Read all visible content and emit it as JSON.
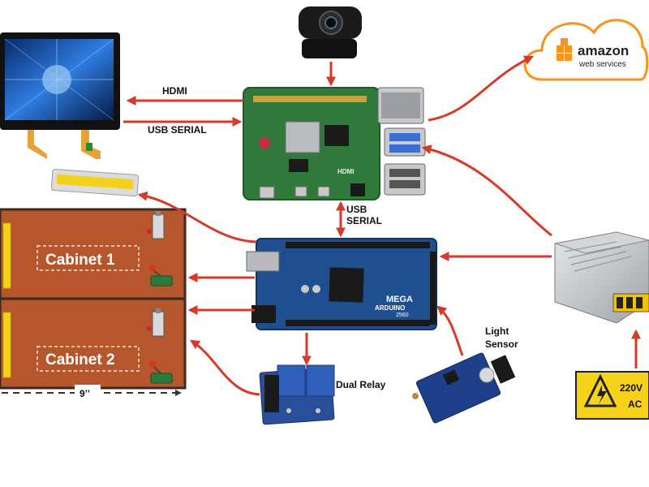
{
  "labels": {
    "hdmi": "HDMI",
    "usb_serial_top": "USB SERIAL",
    "usb_serial_mid_1": "USB",
    "usb_serial_mid_2": "SERIAL",
    "cabinet_1": "Cabinet 1",
    "cabinet_2": "Cabinet 2",
    "dual_relay": "Dual Relay",
    "light_sensor_1": "Light",
    "light_sensor_2": "Sensor",
    "width_dimension": "9’’",
    "voltage_1": "220V",
    "voltage_2": "AC"
  },
  "board_text": {
    "mega_brand": "ARDUINO",
    "mega_model": "MEGA",
    "mega_sub": "2560",
    "pi_hdmi": "HDMI"
  },
  "cloud": {
    "brand_line_1": "amazon",
    "brand_line_2": "web services"
  },
  "colors": {
    "arrow": "#d63a2a",
    "cabinet_fill": "#b5562d",
    "cabinet_border": "#3a2a22",
    "led_strip": "#f2d21b",
    "aws_orange": "#f7931e",
    "pi_green": "#2f7a3a",
    "mega_blue": "#1f4f8f",
    "relay_blue": "#2f5fb8",
    "sensor_blue": "#1e3f8a",
    "warning_yellow": "#f6d21c"
  },
  "icons": [
    "touchscreen-icon",
    "webcam-icon",
    "aws-cloud-icon",
    "raspberry-pi-icon",
    "arduino-mega-icon",
    "power-supply-icon",
    "dual-relay-icon",
    "light-sensor-icon",
    "warning-triangle-icon",
    "led-strip-icon",
    "limit-switch-icon"
  ]
}
